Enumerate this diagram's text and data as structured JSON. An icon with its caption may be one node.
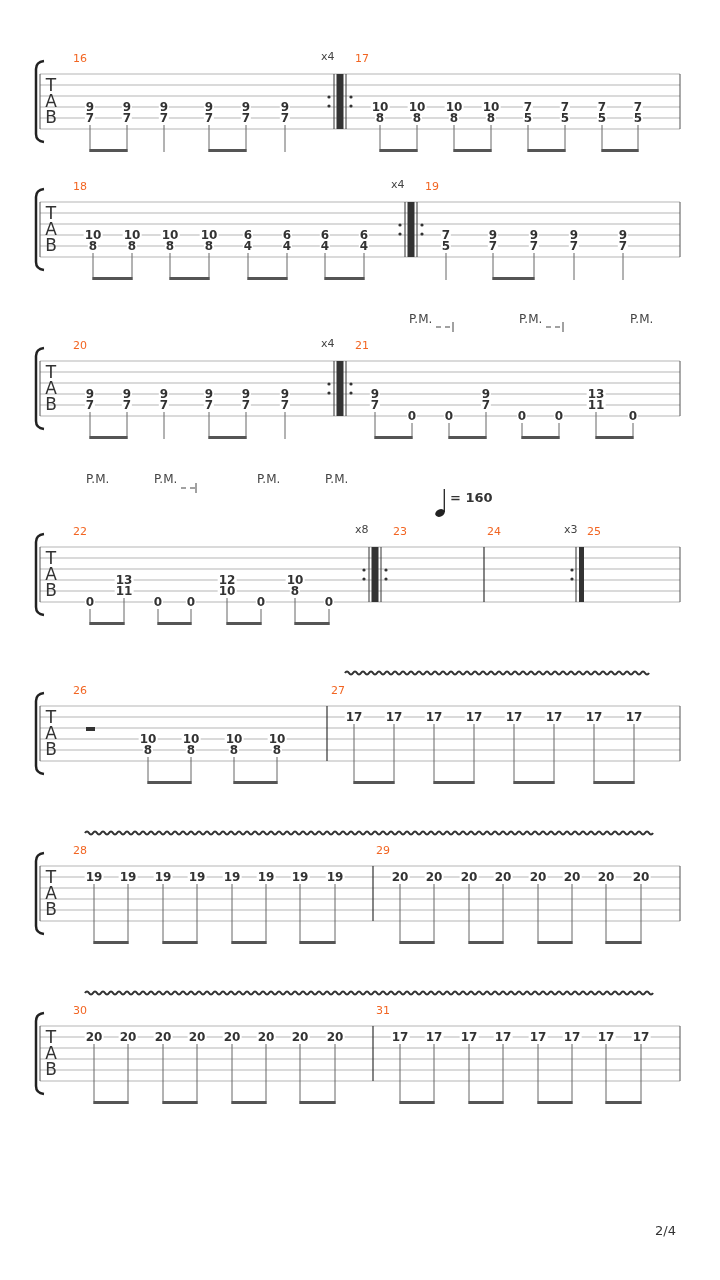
{
  "diagram": {
    "labels": [
      "16",
      "x4",
      "17",
      "T",
      "A",
      "B",
      "9",
      "7",
      "9",
      "7",
      "9",
      "7",
      "9",
      "7",
      "9",
      "7",
      "9",
      "7",
      "10",
      "8",
      "10",
      "8",
      "10",
      "8",
      "10",
      "8",
      "7",
      "5",
      "7",
      "5",
      "7",
      "5",
      "7",
      "5",
      "18",
      "x4",
      "19",
      "T",
      "A",
      "B",
      "10",
      "8",
      "10",
      "8",
      "10",
      "8",
      "10",
      "8",
      "6",
      "4",
      "6",
      "4",
      "6",
      "4",
      "6",
      "4",
      "7",
      "5",
      "9",
      "7",
      "9",
      "7",
      "9",
      "7",
      "9",
      "7",
      "P.M.",
      "P.M.",
      "P.M.",
      "20",
      "x4",
      "21",
      "T",
      "A",
      "B",
      "9",
      "7",
      "9",
      "7",
      "9",
      "7",
      "9",
      "7",
      "9",
      "7",
      "9",
      "7",
      "9",
      "7",
      "0",
      "0",
      "9",
      "7",
      "0",
      "0",
      "13",
      "11",
      "0",
      "P.M.",
      "P.M.",
      "P.M.",
      "P.M.",
      "= 160",
      "22",
      "x8",
      "23",
      "24",
      "x3",
      "25",
      "T",
      "A",
      "B",
      "0",
      "13",
      "11",
      "0",
      "0",
      "12",
      "10",
      "0",
      "10",
      "8",
      "0",
      "26",
      "27",
      "T",
      "A",
      "B",
      "10",
      "8",
      "10",
      "8",
      "10",
      "8",
      "10",
      "8",
      "17",
      "17",
      "17",
      "17",
      "17",
      "17",
      "17",
      "17",
      "28",
      "29",
      "T",
      "A",
      "B",
      "19",
      "19",
      "19",
      "19",
      "19",
      "19",
      "19",
      "19",
      "20",
      "20",
      "20",
      "20",
      "20",
      "20",
      "20",
      "20",
      "30",
      "31",
      "T",
      "A",
      "B",
      "20",
      "20",
      "20",
      "20",
      "20",
      "20",
      "20",
      "20",
      "17",
      "17",
      "17",
      "17",
      "17",
      "17",
      "17",
      "17",
      "2/4"
    ]
  }
}
